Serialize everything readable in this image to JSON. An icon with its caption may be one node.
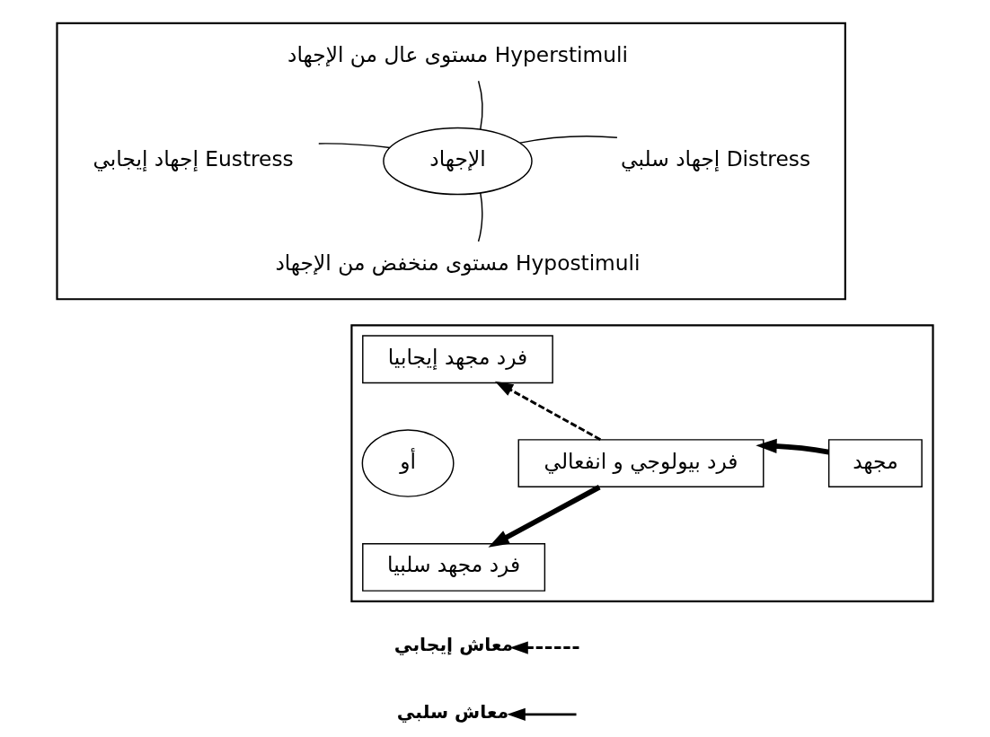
{
  "diagram": {
    "nodes": [
      {
        "text": [],
        "shape": "box"
      },
      {
        "text": [
          "مستوى عال من الإجهاد Hyperstimuli"
        ],
        "in": 0
      },
      {
        "text": [
          "إجهاد إيجابي Eustress"
        ],
        "in": 0
      },
      {
        "text": [
          "الإجهاد"
        ],
        "in": 0
      },
      {
        "text": [
          "إجهاد سلبي Distress"
        ],
        "in": 0
      },
      {
        "text": [
          "مستوى منخفض من الإجهاد Hypostimuli"
        ],
        "in": 0
      },
      {
        "text": [],
        "shape": "box"
      },
      {
        "text": [
          "فرد مجهد إيجابيا"
        ],
        "in": 6
      },
      {
        "text": [
          "فرد بيولوجي و انفعالي"
        ],
        "in": 6
      },
      {
        "text": [
          "مجهد"
        ],
        "in": 6
      },
      {
        "text": [
          "أو"
        ],
        "in": 6
      },
      {
        "text": [
          "فرد مجهد سلبيا"
        ],
        "in": 6
      }
    ],
    "edges": [
      {
        "from": 3,
        "to": 1,
        "arrow": "none"
      },
      {
        "from": 3,
        "to": 2,
        "arrow": "none"
      },
      {
        "from": 3,
        "to": 4,
        "arrow": "none"
      },
      {
        "from": 3,
        "to": 5,
        "arrow": "none"
      },
      {
        "from": 9,
        "to": 8,
        "arrow": "to",
        "style": "thick"
      },
      {
        "from": 8,
        "to": 7,
        "arrow": "to",
        "style": "dashed"
      },
      {
        "from": 8,
        "to": 11,
        "arrow": "to",
        "style": "thick"
      }
    ],
    "legend": [
      {
        "text": "معاش إيجابي"
      },
      {
        "text": "معاش سلبي"
      }
    ]
  }
}
